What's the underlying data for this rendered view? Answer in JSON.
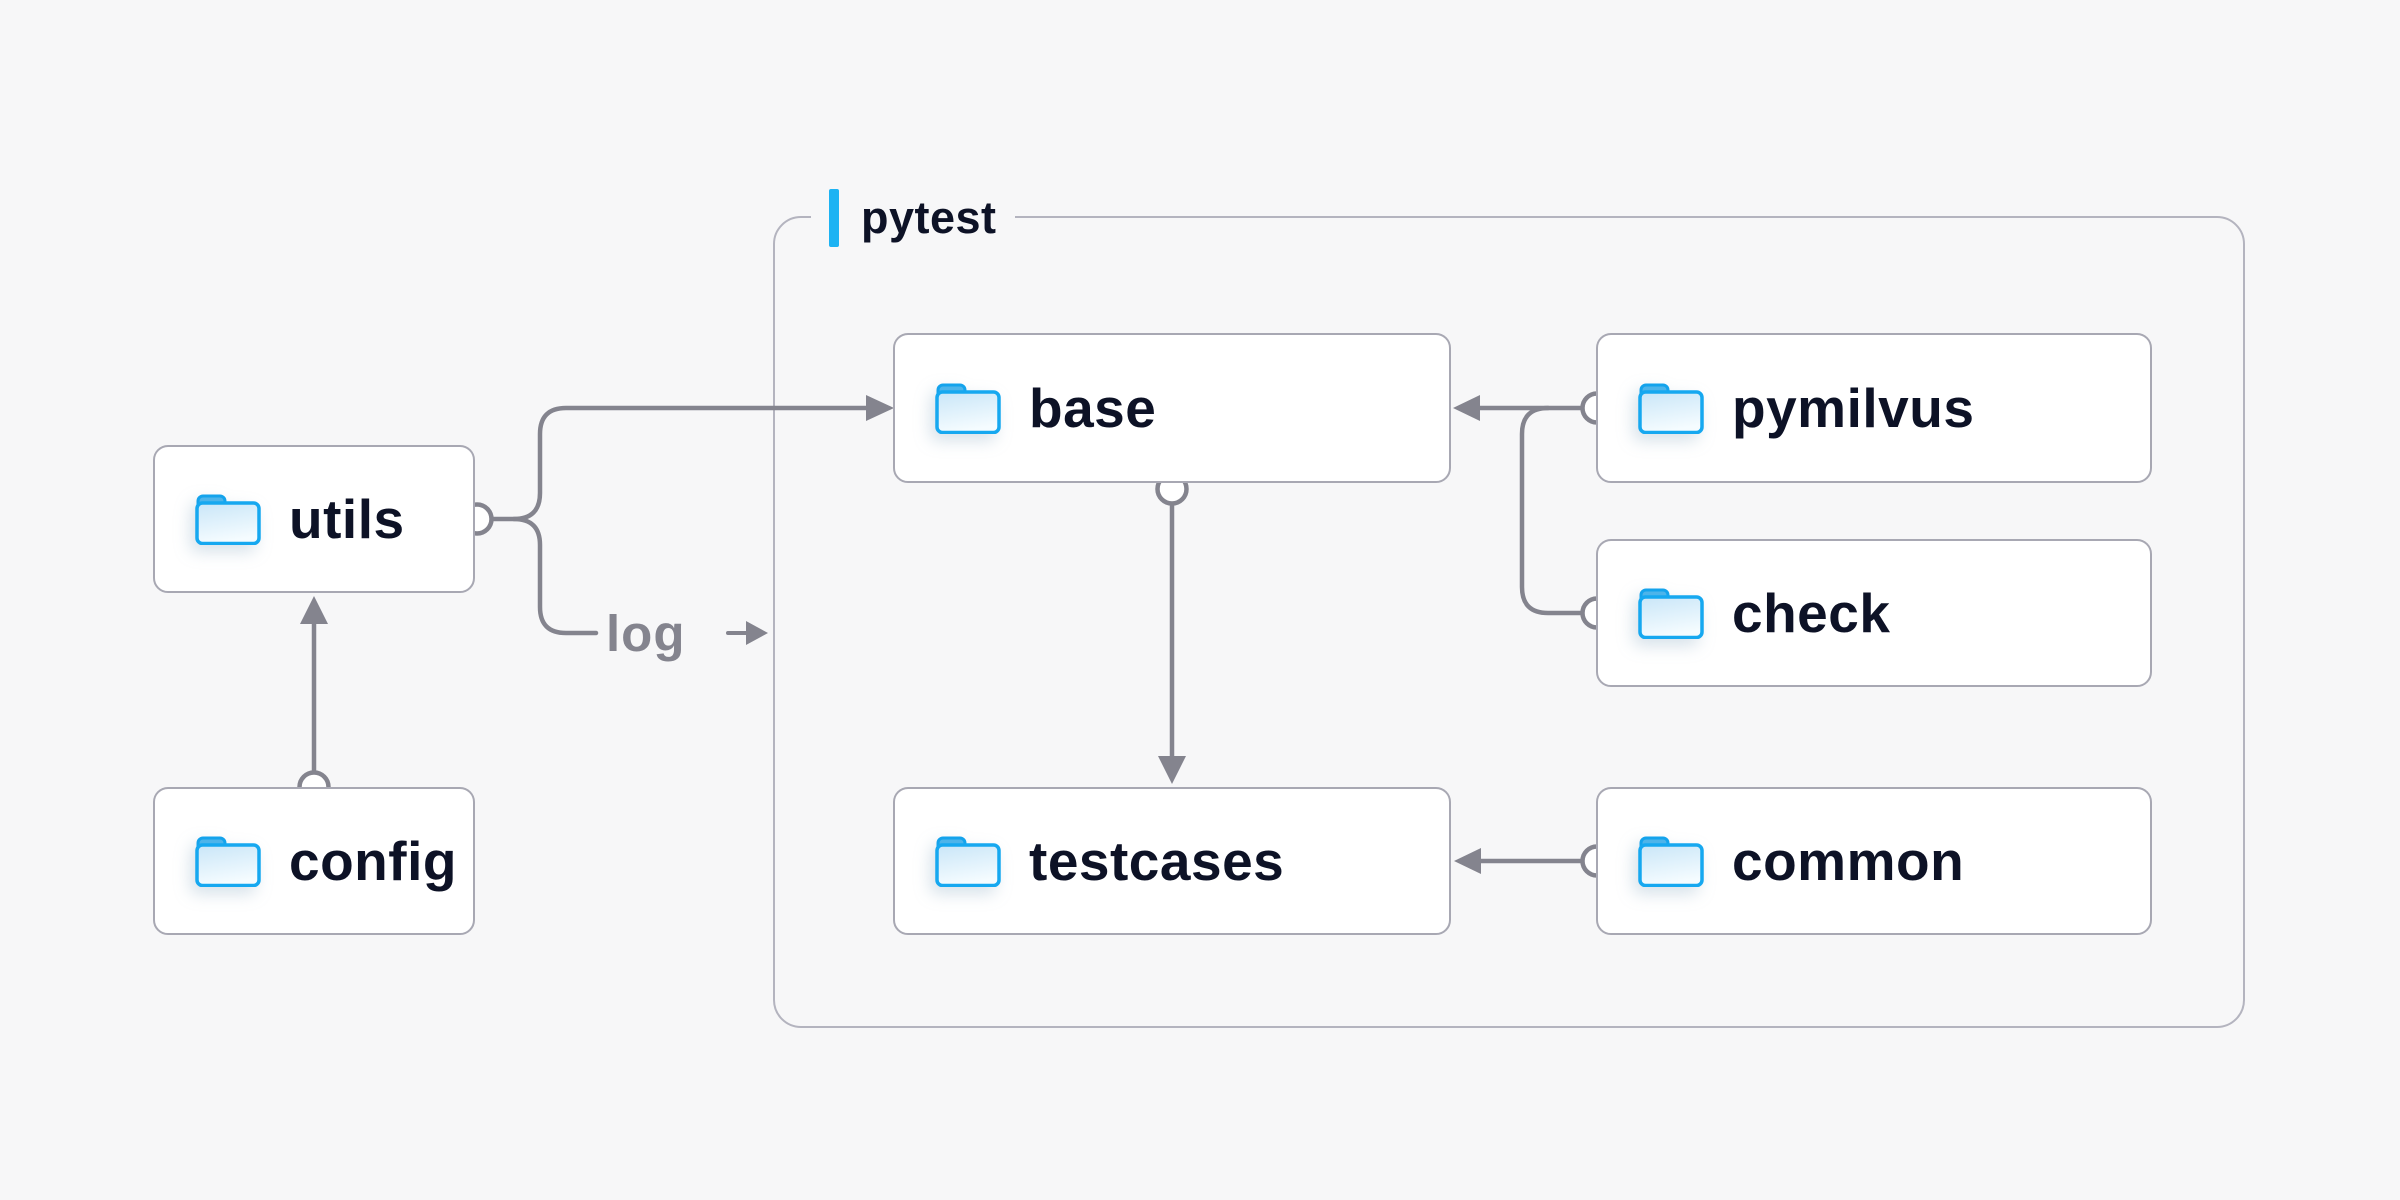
{
  "container": {
    "label": "pytest",
    "accent_color": "#1db3f3"
  },
  "nodes": {
    "utils": {
      "label": "utils",
      "icon": "folder-icon"
    },
    "config": {
      "label": "config",
      "icon": "folder-icon"
    },
    "base": {
      "label": "base",
      "icon": "folder-icon"
    },
    "pymilvus": {
      "label": "pymilvus",
      "icon": "folder-icon"
    },
    "check": {
      "label": "check",
      "icon": "folder-icon"
    },
    "testcases": {
      "label": "testcases",
      "icon": "folder-icon"
    },
    "common": {
      "label": "common",
      "icon": "folder-icon"
    }
  },
  "edges": [
    {
      "from": "config",
      "to": "utils",
      "type": "arrow"
    },
    {
      "from": "utils",
      "to": "base",
      "type": "arrow"
    },
    {
      "from": "utils",
      "to": "log",
      "type": "labeled",
      "label": "log"
    },
    {
      "from": "base",
      "to": "testcases",
      "type": "arrow"
    },
    {
      "from": "pymilvus",
      "to": "base",
      "type": "arrow"
    },
    {
      "from": "check",
      "to": "base",
      "type": "arrow"
    },
    {
      "from": "common",
      "to": "testcases",
      "type": "arrow"
    }
  ],
  "labels": {
    "log": "log"
  },
  "colors": {
    "background": "#f7f7f8",
    "node_fill": "#ffffff",
    "node_border": "#a8a8b3",
    "container_border": "#b4b4bf",
    "connector": "#84848e",
    "text": "#0d1226",
    "muted_text": "#84848e",
    "accent_blue": "#1db3f3",
    "folder_blue": "#16a8f0"
  }
}
